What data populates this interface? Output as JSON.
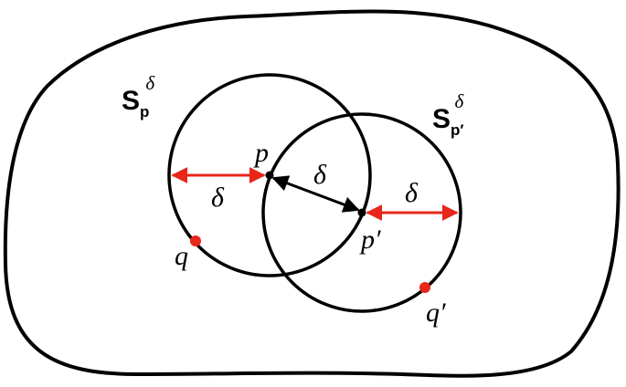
{
  "colors": {
    "outline": "#000000",
    "arrow_black": "#000000",
    "arrow_red": "#e8261a",
    "point_red": "#e8261a",
    "background": "#ffffff"
  },
  "labels": {
    "set1": {
      "base": "S",
      "sub": "p",
      "sup": "δ"
    },
    "set2": {
      "base": "S",
      "sub": "p′",
      "sup": "δ"
    },
    "p": "p",
    "p_prime": "p′",
    "q": "q",
    "q_prime": "q′",
    "delta_left": "δ",
    "delta_middle": "δ",
    "delta_right": "δ"
  }
}
